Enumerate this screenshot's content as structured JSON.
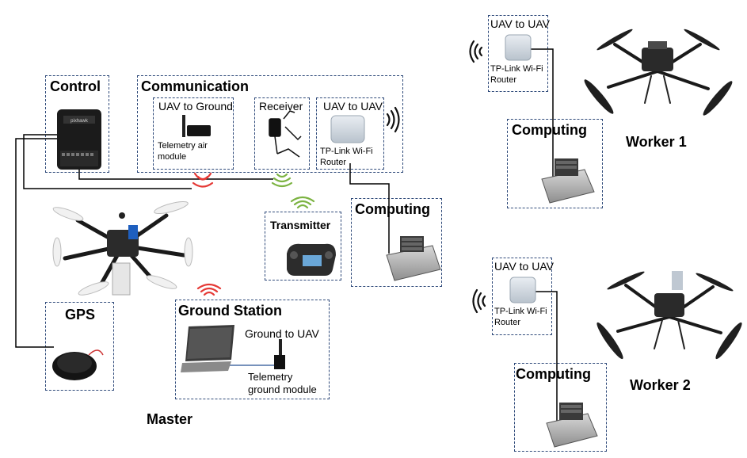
{
  "master": {
    "label": "Master",
    "control": {
      "title": "Control"
    },
    "communication": {
      "title": "Communication",
      "uav_to_ground": {
        "title": "UAV to Ground",
        "device": "Telemetry air module"
      },
      "receiver": {
        "title": "Receiver"
      },
      "uav_to_uav": {
        "title": "UAV to UAV",
        "device": "TP-Link Wi-Fi Router"
      }
    },
    "transmitter": {
      "title": "Transmitter"
    },
    "computing": {
      "title": "Computing"
    },
    "gps": {
      "title": "GPS"
    },
    "ground_station": {
      "title": "Ground Station",
      "link": "Ground to UAV",
      "device": "Telemetry ground module"
    }
  },
  "worker1": {
    "label": "Worker 1",
    "uav_to_uav": {
      "title": "UAV to UAV",
      "device": "TP-Link Wi-Fi Router"
    },
    "computing": {
      "title": "Computing"
    }
  },
  "worker2": {
    "label": "Worker 2",
    "uav_to_uav": {
      "title": "UAV to UAV",
      "device": "TP-Link Wi-Fi Router"
    },
    "computing": {
      "title": "Computing"
    }
  },
  "colors": {
    "box_border": "#2f4a7a",
    "signal_red": "#e53935",
    "signal_green": "#7cb342",
    "signal_black": "#111111"
  }
}
